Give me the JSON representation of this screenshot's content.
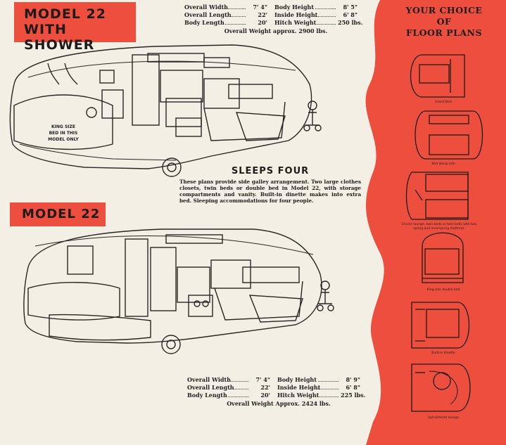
{
  "top": {
    "title_line1": "MODEL 22",
    "title_line2": "WITH SHOWER",
    "specs": {
      "overall_width_label": "Overall Width",
      "overall_width": "7' 4\"",
      "overall_length_label": "Overall Length",
      "overall_length": "22'",
      "body_length_label": "Body Length",
      "body_length": "20'",
      "body_height_label": "Body Height",
      "body_height": "8' 5\"",
      "inside_height_label": "Inside Height",
      "inside_height": "6' 8\"",
      "hitch_weight_label": "Hitch Weight",
      "hitch_weight": "250 lbs.",
      "overall_weight": "Overall Weight approx. 2900 lbs."
    },
    "bed_note_1": "KING SIZE",
    "bed_note_2": "BED IN THIS",
    "bed_note_3": "MODEL ONLY"
  },
  "sleeps": {
    "heading": "SLEEPS FOUR",
    "text": "These plans provide side galley arrangement. Two large clothes closets, twin beds or double bed in Model 22, with storage compartments and vanity. Built-in dinette makes into extra bed. Sleeping accommodations for four people."
  },
  "bottom": {
    "title": "MODEL 22",
    "specs": {
      "overall_width_label": "Overall Width",
      "overall_width": "7' 4\"",
      "overall_length_label": "Overall Length",
      "overall_length": "22'",
      "body_length_label": "Body Length",
      "body_length": "20'",
      "body_height_label": "Body Height",
      "body_height": "8' 9\"",
      "inside_height_label": "Inside Height",
      "inside_height": "6' 8\"",
      "hitch_weight_label": "Hitch Weight",
      "hitch_weight": "225 lbs.",
      "overall_weight": "Overall Weight Approx. 2424 lbs."
    }
  },
  "floor_plans": {
    "title_line1": "YOUR CHOICE",
    "title_line2": "OF",
    "title_line3": "FLOOR PLANS",
    "captions": [
      "Island Bed",
      "Bed along side",
      "Choice lounge, twin beds or twin beds with box spring and innerspring mattress.",
      "King size double bed",
      "Built-in dinette",
      "Upholstered lounge"
    ]
  },
  "colors": {
    "accent_red": "#ee4e3d",
    "paper": "#f3efe4",
    "ink": "#1f1c19"
  }
}
